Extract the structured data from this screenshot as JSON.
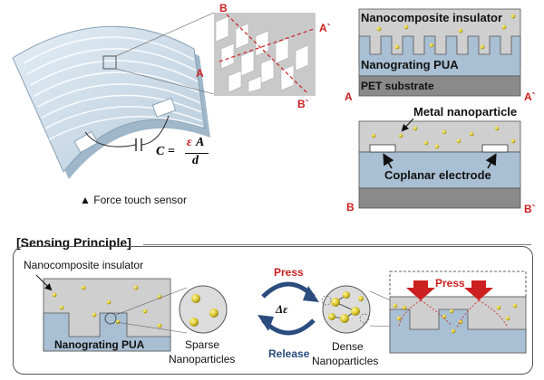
{
  "sensor": {
    "caption": "Force touch sensor",
    "caption_marker": "▲",
    "formula_lhs": "C =",
    "formula_num_eps": "ε",
    "formula_num_a": "A",
    "formula_den": "d"
  },
  "closeup": {
    "label_b_top": "B",
    "label_a_prime": "A`",
    "label_a": "A",
    "label_b_prime": "B`"
  },
  "section_a": {
    "insulator": "Nanocomposite insulator",
    "nanograting": "Nanograting PUA",
    "substrate": "PET substrate",
    "left_marker": "A",
    "right_marker": "A`"
  },
  "section_b": {
    "nanoparticle": "Metal nanoparticle",
    "electrode": "Coplanar electrode",
    "left_marker": "B",
    "right_marker": "B`"
  },
  "principle": {
    "title": "[Sensing Principle]",
    "insulator_label": "Nanocomposite insulator",
    "nanograting": "Nanograting PUA",
    "sparse": "Sparse",
    "sparse2": "Nanoparticles",
    "press": "Press",
    "release": "Release",
    "delta": "Δε",
    "dense": "Dense",
    "dense2": "Nanoparticles",
    "press_box": "Press"
  },
  "colors": {
    "insulator": "#cfcfcf",
    "pua": "#a9bfd3",
    "substrate": "#8a8a8a",
    "particle": "#d8c52a",
    "accent_red": "#cc1f1f",
    "arrow_blue": "#2b4c7e"
  }
}
